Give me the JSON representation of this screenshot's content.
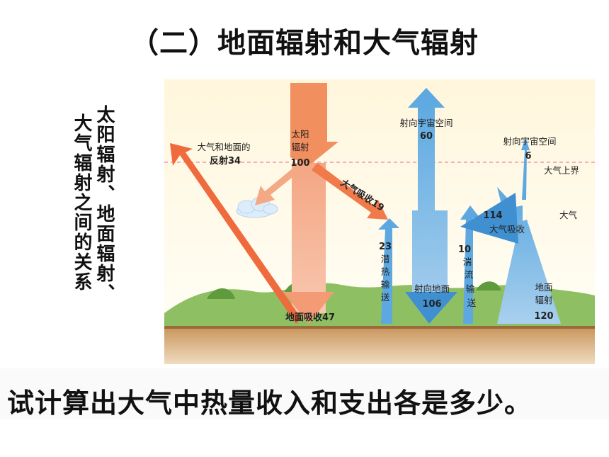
{
  "title": "（二）地面辐射和大气辐射",
  "side_caption": {
    "col1": "太阳辐射、地面辐射、",
    "col2": "大气辐射之间的关系"
  },
  "question": "试计算出大气中热量收入和支出各是多少。",
  "diagram": {
    "solar": {
      "line1": "太阳",
      "line2": "辐射",
      "value": "100"
    },
    "reflect": {
      "line1": "大气和地面的",
      "line2": "反射34"
    },
    "atm_absorb": "大气吸收19",
    "space_top": {
      "label": "射向宇宙空间",
      "value": "60"
    },
    "space_right": {
      "label": "射向宇宙空间",
      "value": "6"
    },
    "atm_top_boundary": "大气上界",
    "atmosphere": "大气",
    "atm_absorb_ground": {
      "value": "114",
      "label": "大气吸收"
    },
    "latent": {
      "value": "23",
      "c1": "潜",
      "c2": "热",
      "c3": "输",
      "c4": "送"
    },
    "turbulent": {
      "value": "10",
      "c1": "湍",
      "c2": "流",
      "c3": "输",
      "c4": "送"
    },
    "to_ground": {
      "label": "射向地面",
      "value": "106"
    },
    "ground_rad": {
      "line1": "地面",
      "line2": "辐射",
      "value": "120"
    },
    "ground_absorb": "地面吸收47"
  }
}
